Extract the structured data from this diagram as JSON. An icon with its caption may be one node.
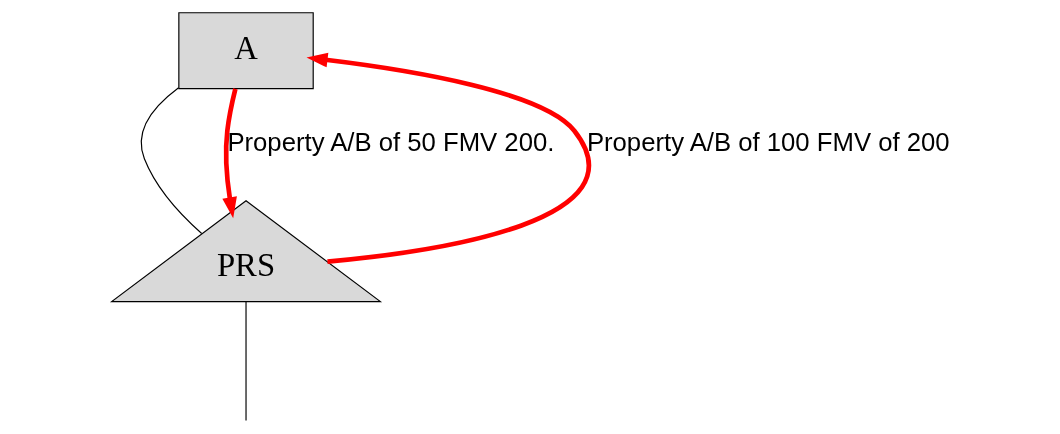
{
  "diagram": {
    "nodes": [
      {
        "text": [
          "A"
        ]
      },
      {
        "text": [
          "PRS"
        ]
      }
    ],
    "edges": [
      {
        "from": 0,
        "to": 1,
        "arrow": "none"
      },
      {
        "from": 0,
        "to": 1,
        "arrow": "to",
        "label": "Property A/B of 50 FMV 200.",
        "style": "thick",
        "color": "#ff0000"
      },
      {
        "from": 1,
        "to": 0,
        "arrow": "to",
        "label": "Property A/B of 100 FMV of 200",
        "style": "thick",
        "color": "#ff0000"
      },
      {
        "from": 1,
        "to": null,
        "arrow": "none"
      }
    ]
  }
}
